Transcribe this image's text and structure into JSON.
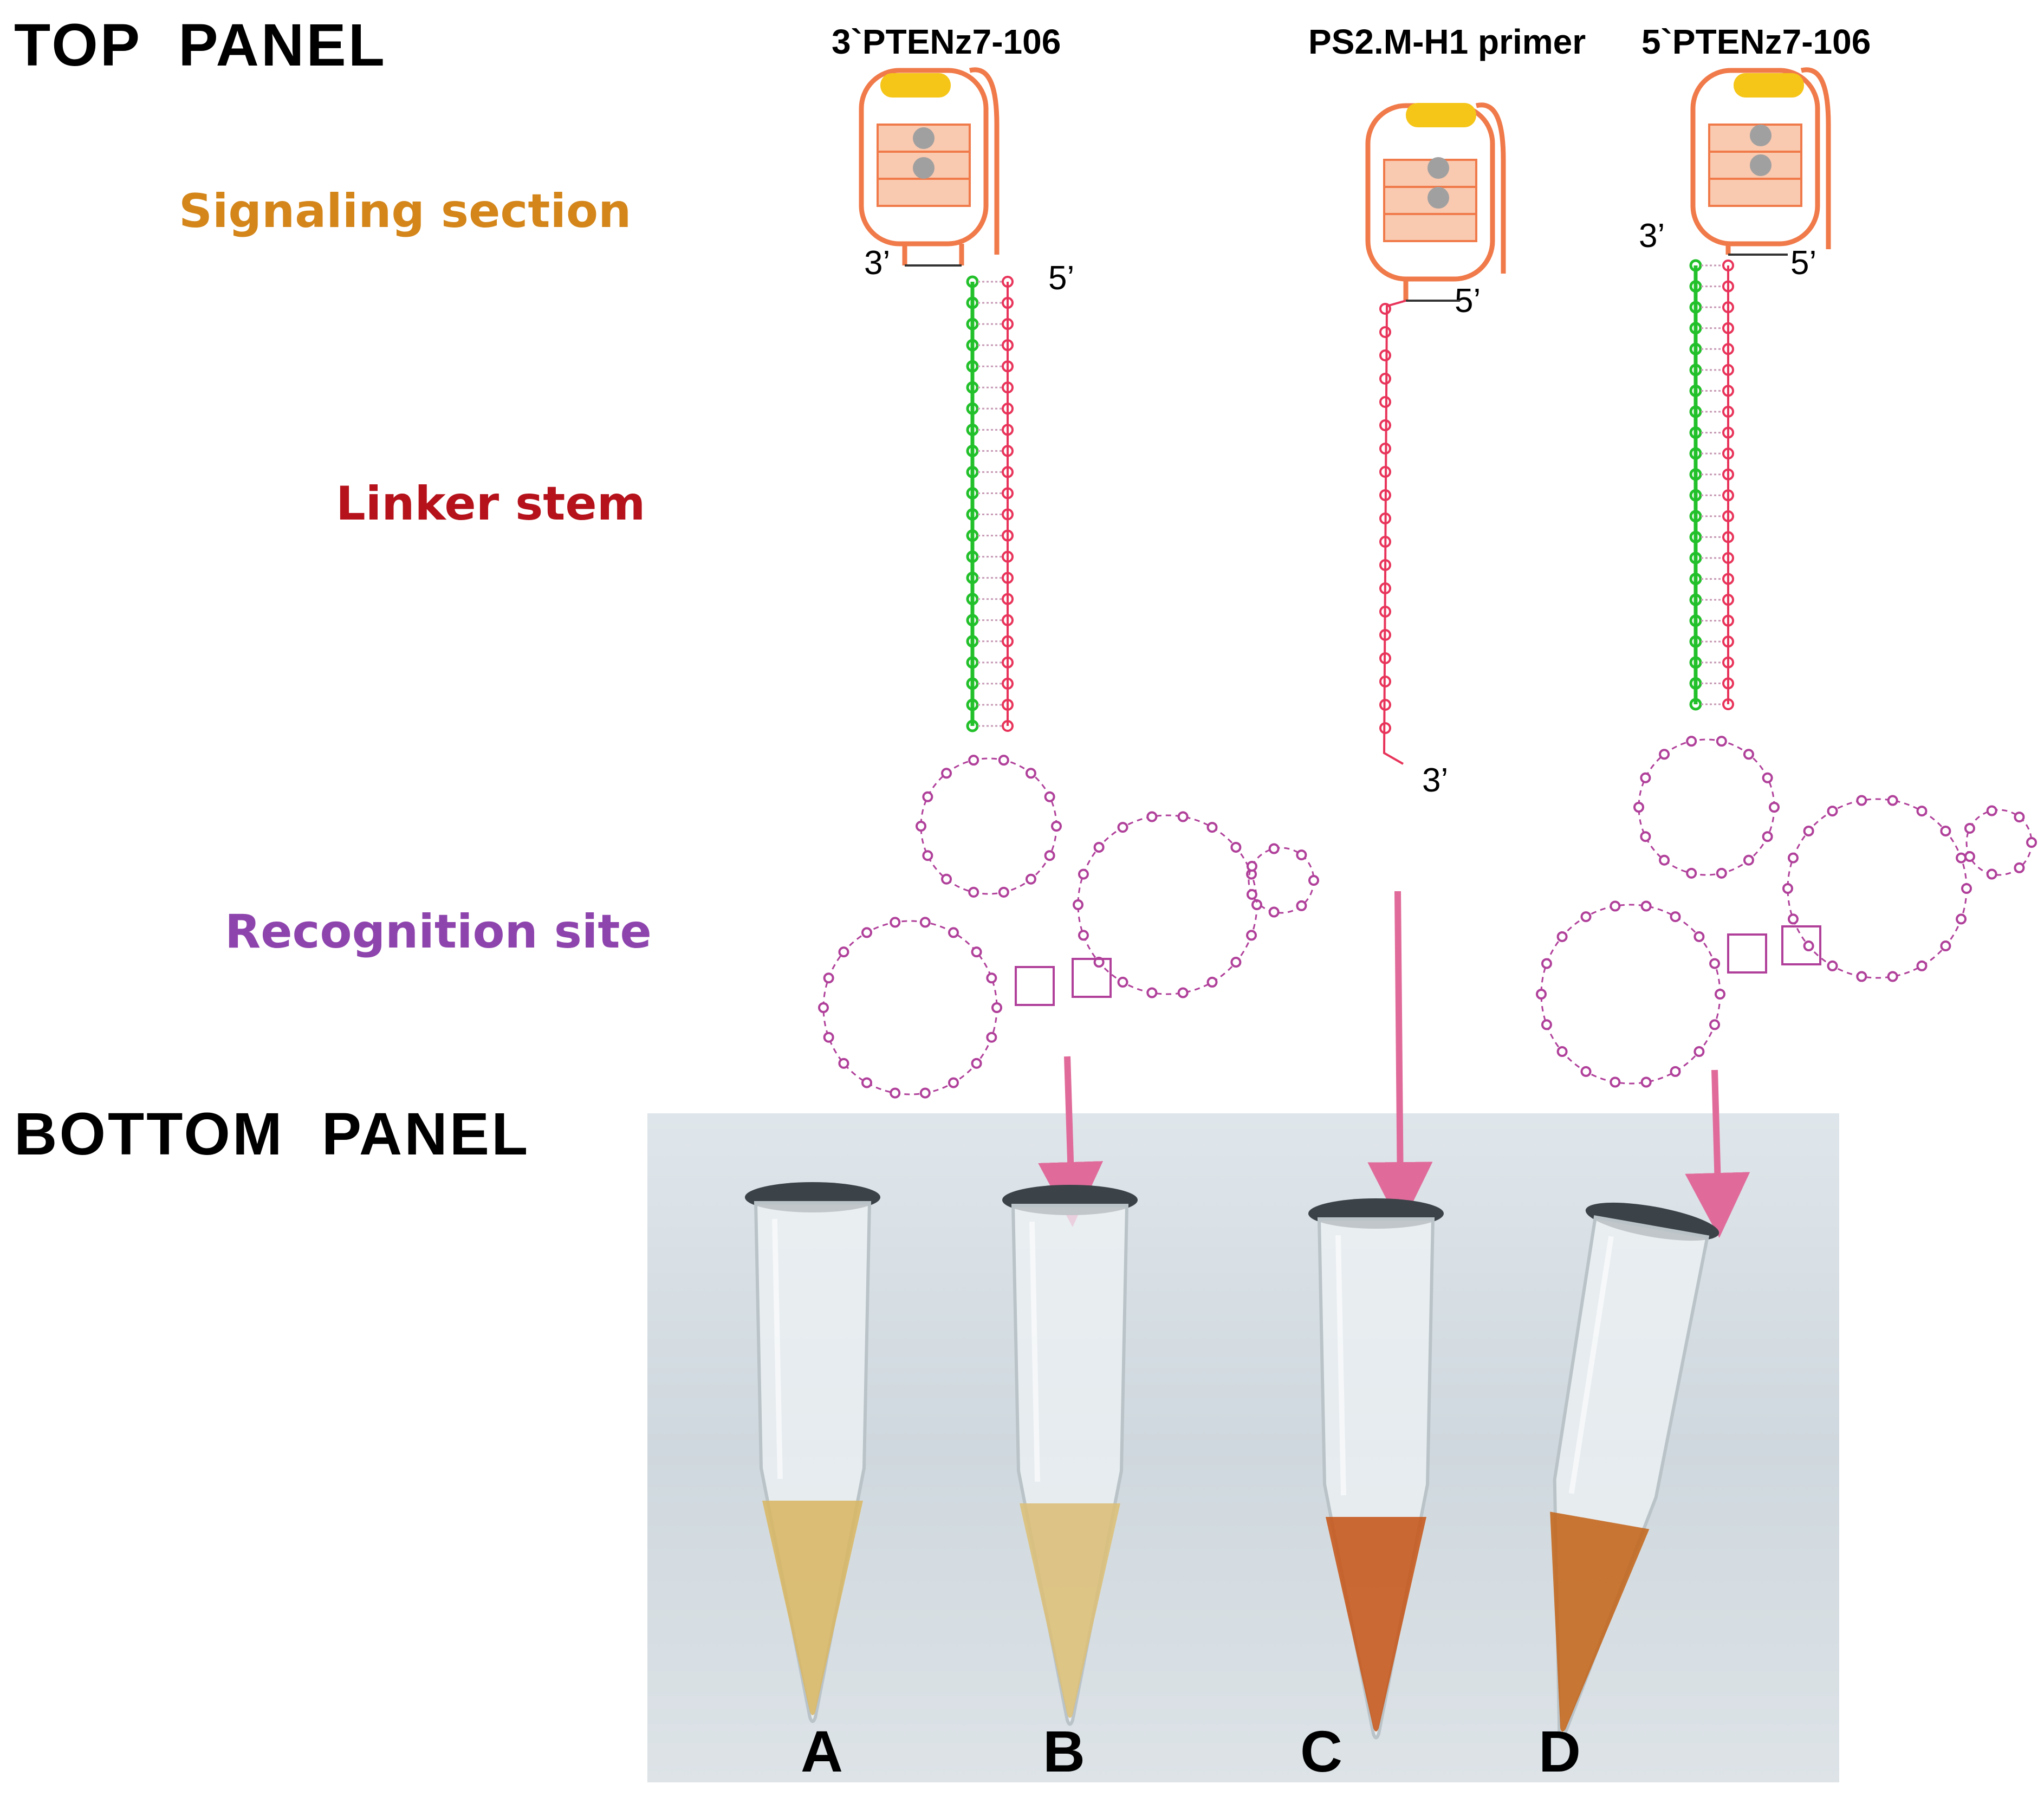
{
  "panels": {
    "top_title": "TOP  PANEL",
    "bottom_title": "BOTTOM  PANEL"
  },
  "sections": {
    "signaling": {
      "label": "Signaling section",
      "color": "#d4861a"
    },
    "linker": {
      "label": "Linker stem",
      "color": "#b5121b"
    },
    "recognition": {
      "label": "Recognition site",
      "color": "#8e44ad"
    }
  },
  "constructs": [
    {
      "title": "3`PTENz7-106",
      "end_left": "3’",
      "end_right": "5’"
    },
    {
      "title": "PS2.M-H1 primer",
      "end_top": "5’",
      "end_bottom": "3’"
    },
    {
      "title": "5`PTENz7-106",
      "end_left": "3’",
      "end_right": "5’"
    }
  ],
  "tubes": [
    {
      "letter": "A",
      "liquid": "#d9b867"
    },
    {
      "letter": "B",
      "liquid": "#dcc07a"
    },
    {
      "letter": "C",
      "liquid": "#c65a1e"
    },
    {
      "letter": "D",
      "liquid": "#c4681f"
    }
  ],
  "colors": {
    "quadruplex": "#f07a4a",
    "quadruplex_fill": "#f9c9b0",
    "hemin": "#f5c518",
    "ion": "#a0a0a0",
    "strand_green": "#22c02a",
    "strand_pink": "#e8345a",
    "loop_purple": "#b0409a",
    "arrow": "#e06b9a",
    "photo_bg": "#cdd6dc"
  }
}
